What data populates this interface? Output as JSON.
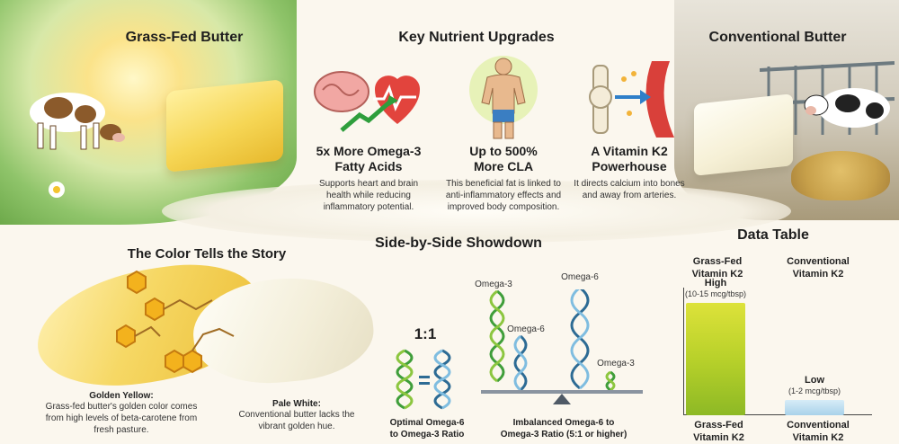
{
  "grassfed": {
    "title": "Grass-Fed Butter"
  },
  "conventional": {
    "title": "Conventional Butter"
  },
  "nutrients": {
    "title": "Key Nutrient Upgrades",
    "items": [
      {
        "headline": "5x More Omega-3\nFatty Acids",
        "body": "Supports heart and brain health while reducing inflammatory potential.",
        "icon": "brain-heart-icon"
      },
      {
        "headline": "Up to 500%\nMore CLA",
        "body": "This beneficial fat is linked to anti-inflammatory effects and improved body composition.",
        "icon": "body-icon"
      },
      {
        "headline": "A Vitamin K2\nPowerhouse",
        "body": "It directs calcium into bones and away from arteries.",
        "icon": "bone-artery-icon"
      }
    ]
  },
  "color_story": {
    "title": "The Color Tells the Story",
    "gold_label": "Golden Yellow:",
    "gold_text": "Grass-fed butter's golden color comes from high levels of beta-carotene from fresh pasture.",
    "pale_label": "Pale White:",
    "pale_text": "Conventional butter lacks the vibrant golden hue."
  },
  "showdown": {
    "title": "Side-by-Side Showdown",
    "ratio_label": "1:1",
    "optimal_caption": "Optimal Omega-6\nto Omega-3 Ratio",
    "imbalanced_caption": "Imbalanced Omega-6 to\nOmega-3 Ratio (5:1 or higher)",
    "labels": {
      "omega3_a": "Omega-3",
      "omega6_a": "Omega-6",
      "omega6_b": "Omega-6",
      "omega3_b": "Omega-3"
    }
  },
  "data_table": {
    "title": "Data Table",
    "col1_header": "Grass-Fed\nVitamin K2",
    "col2_header": "Conventional\nVitamin K2",
    "bar1_label": "High",
    "bar1_sub": "(10-15 mcg/tbsp)",
    "bar2_label": "Low",
    "bar2_sub": "(1-2 mcg/tbsp)",
    "x1": "Grass-Fed\nVitamin K2",
    "x2": "Conventional\nVitamin K2"
  },
  "chart_data": {
    "type": "bar",
    "categories": [
      "Grass-Fed Vitamin K2",
      "Conventional Vitamin K2"
    ],
    "values": [
      15,
      2
    ],
    "value_labels": [
      "High (10-15 mcg/tbsp)",
      "Low (1-2 mcg/tbsp)"
    ],
    "colors": [
      "#b8d12a",
      "#a9d2ea"
    ],
    "title": "Data Table",
    "ylim": [
      0,
      17
    ]
  }
}
